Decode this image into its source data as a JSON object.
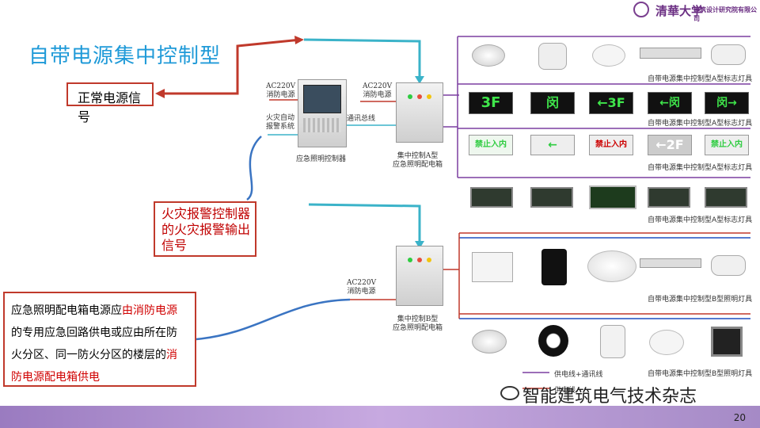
{
  "title": "自带电源集中控制型",
  "logo": {
    "name": "清華大学",
    "sub": "建筑设计研究院有限公司"
  },
  "labels": {
    "normal_power": "正常电源信号",
    "fire_alarm": [
      "火灾报警控制器",
      "的火灾报警输出",
      "信号"
    ],
    "note_parts": [
      "应急照明配电箱电源应",
      "由消防电源",
      "的专用应急回路供电或应由所在防",
      "火分区、同一防火分区的楼层的",
      "消",
      "防电源配电箱供电"
    ],
    "ac220_1": [
      "AC220V",
      "消防电源"
    ],
    "fire_auto": [
      "火灾自动",
      "报警系统"
    ],
    "controller": "应急照明控制器",
    "ac220_2": [
      "AC220V",
      "消防电源"
    ],
    "bus": "通讯总线",
    "box_a": [
      "集中控制A型",
      "应急照明配电箱"
    ],
    "ac220_3": [
      "AC220V",
      "消防电源"
    ],
    "box_b": [
      "集中控制B型",
      "应急照明配电箱"
    ],
    "row1": "自带电源集中控制型A型标志灯具",
    "row2": "自带电源集中控制型A型标志灯具",
    "row3": "自带电源集中控制型A型标志灯具",
    "row4": "自带电源集中控制型A型标志灯具",
    "row5": "自带电源集中控制型B型照明灯具",
    "row6": "自带电源集中控制型B型照明灯具",
    "legend1": "供电线+通讯线",
    "legend2": "供电线"
  },
  "signs": {
    "s1": "3F",
    "s2": "闵",
    "s3": "←3F",
    "s4": "←闵",
    "s5": "闵→",
    "t1": "禁止入内",
    "t2": "←",
    "t3": "禁止入内",
    "t4": "←2F",
    "t5": "禁止入内"
  },
  "watermark": "智能建筑电气技术杂志",
  "page_number": "20",
  "colors": {
    "title": "#1f9ad8",
    "red_line": "#c0392b",
    "teal_line": "#3bb3c9",
    "purple_line": "#7b3fa0",
    "blue_curve": "#3a74c2"
  }
}
